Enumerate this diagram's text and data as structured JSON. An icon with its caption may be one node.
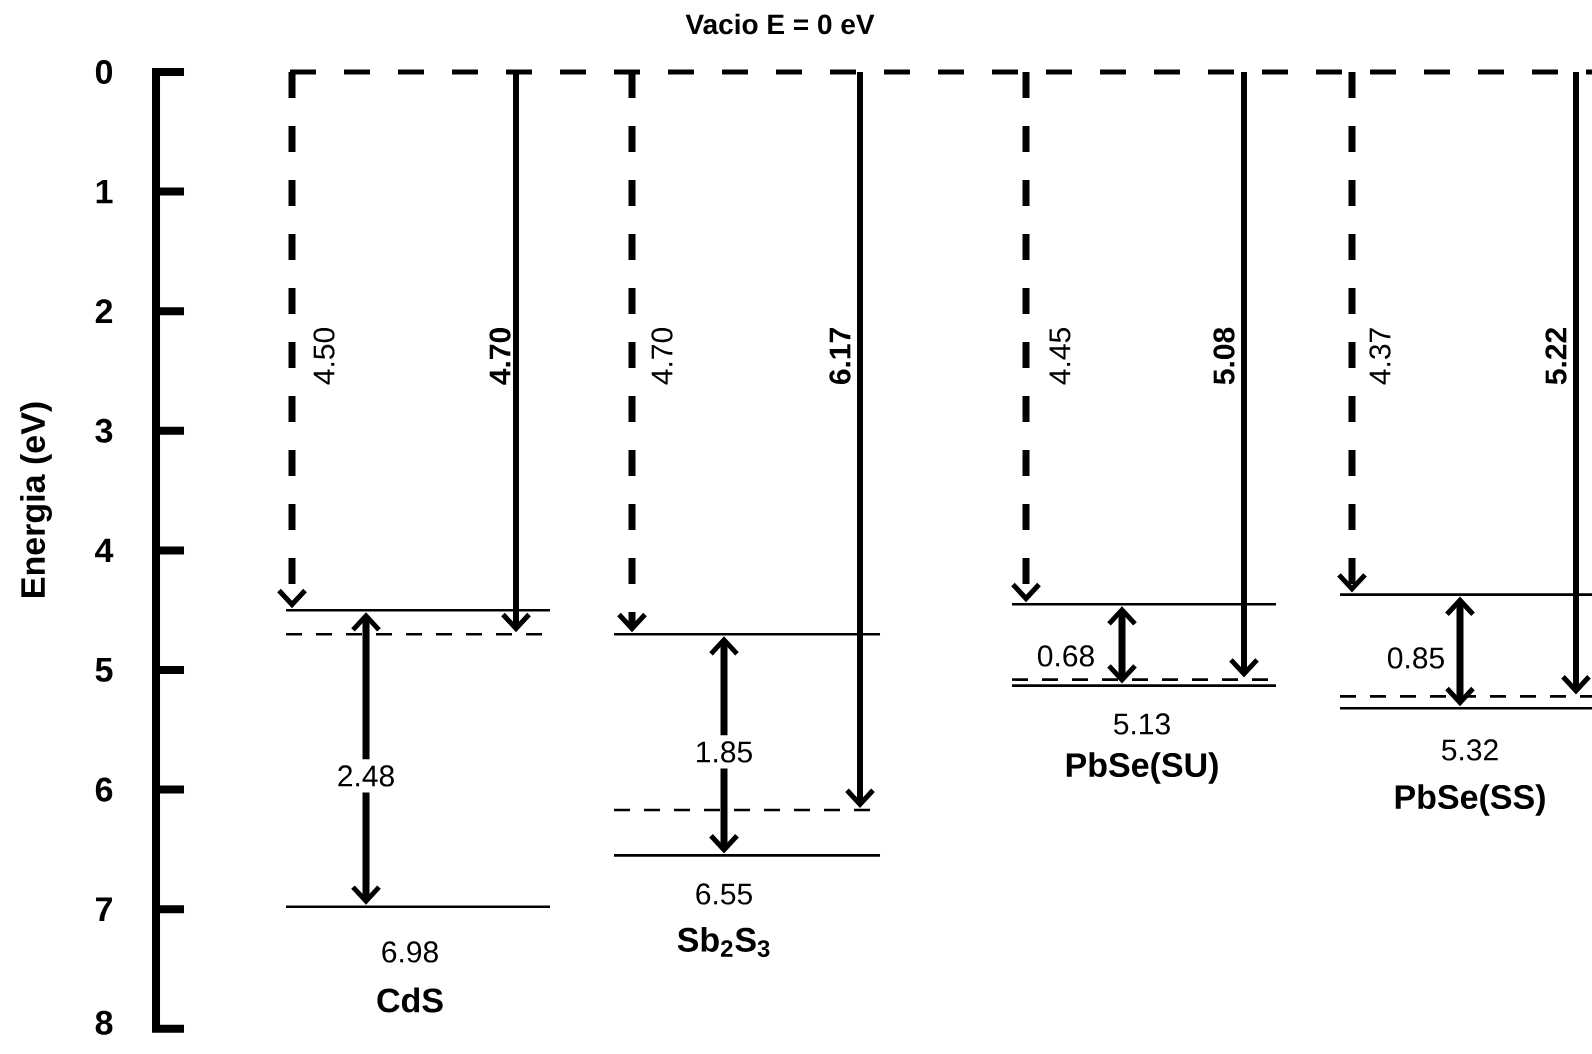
{
  "diagram": {
    "labels": [
      "Vacio E = 0 eV",
      "0",
      "1",
      "2",
      "3",
      "4",
      "5",
      "6",
      "7",
      "8",
      "Energia (eV)",
      "4.50",
      "4.70",
      "4.70",
      "6.17",
      "4.45",
      "5.08",
      "4.37",
      "5.22",
      "2.48",
      "1.85",
      "0.68",
      "0.85",
      "6.98",
      "CdS",
      "6.55",
      "Sb$_{2}$S$_{3}$",
      "5.13",
      "PbSe(SU)",
      "5.32",
      "PbSe(SS)"
    ]
  }
}
